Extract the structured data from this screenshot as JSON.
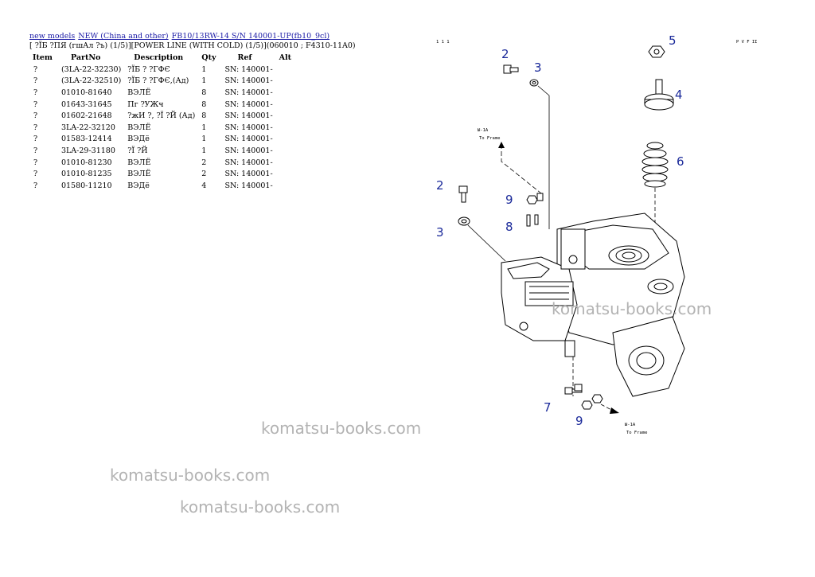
{
  "breadcrumb": {
    "links": [
      "new models",
      "NEW (China and other)",
      "FB10/13RW-14 S/N 140001-UP(fb10_9cl)"
    ]
  },
  "subtitle": "[ ?ÏБ ?ПЯ (гшАл ?ъ) (1/5)][POWER LINE (WITH COLD) (1/5)](060010 ; F4310-11A0)",
  "table": {
    "headers": [
      "Item",
      "PartNo",
      "Description",
      "Qty",
      "Ref",
      "Alt"
    ],
    "rows": [
      [
        "?",
        "(3LA-22-32230)",
        "?ÏБ ? ?ГФЄ",
        "1",
        "SN: 140001-",
        ""
      ],
      [
        "?",
        "(3LA-22-32510)",
        "?ÏБ ? ?ГФЄ,(Ад)",
        "1",
        "SN: 140001-",
        ""
      ],
      [
        "?",
        "01010-81640",
        "ВЭЛЁ",
        "8",
        "SN: 140001-",
        ""
      ],
      [
        "?",
        "01643-31645",
        "Пг ?УЖч",
        "8",
        "SN: 140001-",
        ""
      ],
      [
        "?",
        "01602-21648",
        "?жИ ?, ?Ї ?Й (Ад)",
        "8",
        "SN: 140001-",
        ""
      ],
      [
        "?",
        "3LA-22-32120",
        "ВЭЛЁ",
        "1",
        "SN: 140001-",
        ""
      ],
      [
        "?",
        "01583-12414",
        "ВЭДё",
        "1",
        "SN: 140001-",
        ""
      ],
      [
        "?",
        "3LA-29-31180",
        "?Ї ?Й",
        "1",
        "SN: 140001-",
        ""
      ],
      [
        "?",
        "01010-81230",
        "ВЭЛЁ",
        "2",
        "SN: 140001-",
        ""
      ],
      [
        "?",
        "01010-81235",
        "ВЭЛЁ",
        "2",
        "SN: 140001-",
        ""
      ],
      [
        "?",
        "01580-11210",
        "ВЭДё",
        "4",
        "SN: 140001-",
        ""
      ]
    ]
  },
  "figure": {
    "corner_left": "1 1 1",
    "corner_right": "P V F II",
    "callouts": [
      "2",
      "3",
      "5",
      "4",
      "6",
      "2",
      "9",
      "8",
      "3",
      "7",
      "9"
    ],
    "note_top": [
      "Ы-1А",
      "То Frame"
    ],
    "note_bottom": [
      "Ы-1А",
      "To Frame"
    ]
  },
  "watermarks": [
    "komatsu-books.com",
    "komatsu-books.com",
    "komatsu-books.com",
    "komatsu-books.com"
  ]
}
